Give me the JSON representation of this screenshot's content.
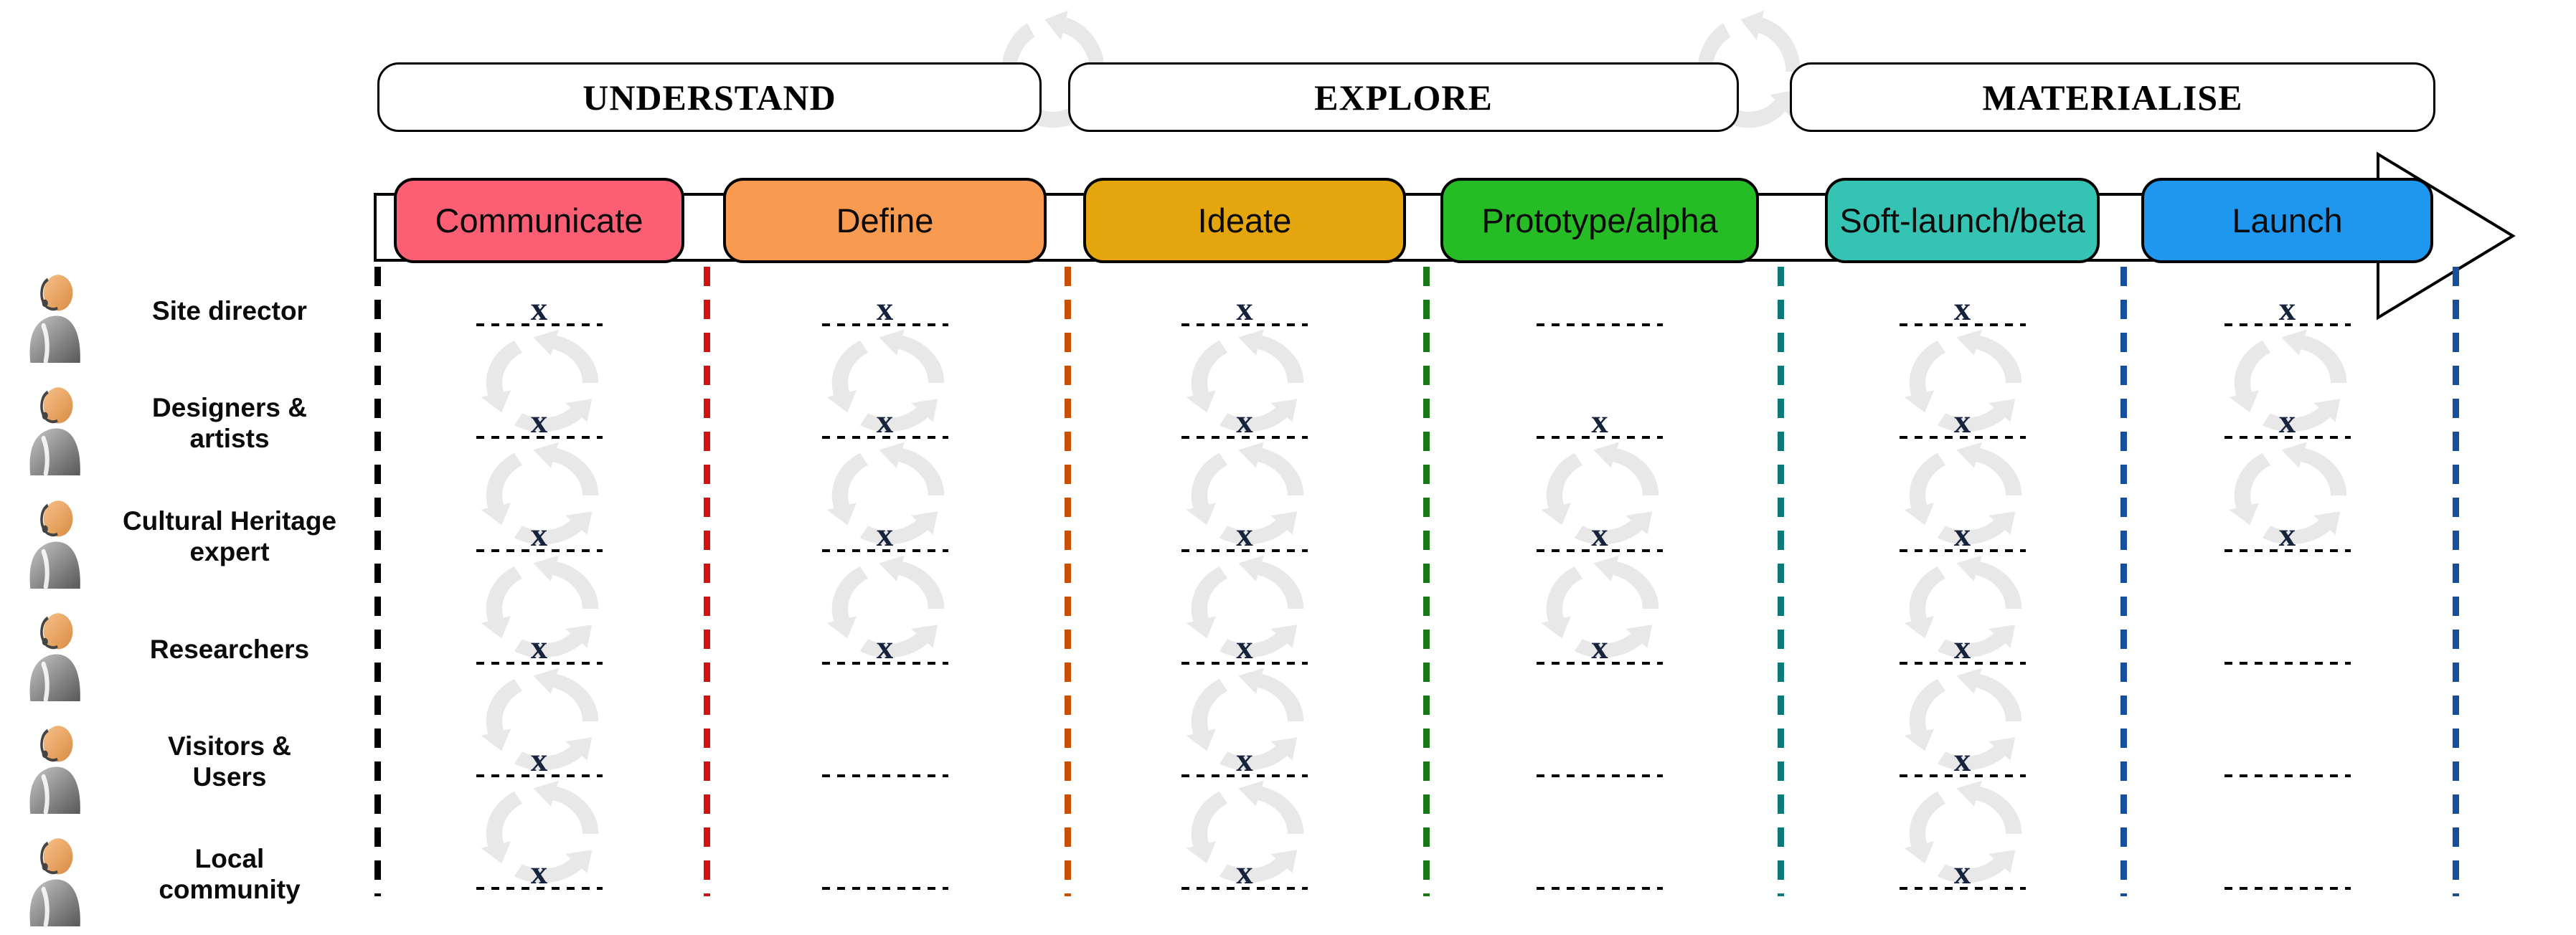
{
  "phases": [
    {
      "label": "UNDERSTAND"
    },
    {
      "label": "EXPLORE"
    },
    {
      "label": "MATERIALISE"
    }
  ],
  "stages": [
    {
      "label": "Communicate",
      "color": "#FC5F74"
    },
    {
      "label": "Define",
      "color": "#F89A4F"
    },
    {
      "label": "Ideate",
      "color": "#E4A50D"
    },
    {
      "label": "Prototype/alpha",
      "color": "#26BC26"
    },
    {
      "label": "Soft-launch/beta",
      "color": "#35C4B4"
    },
    {
      "label": "Launch",
      "color": "#1E97EF"
    }
  ],
  "actors": [
    {
      "lines": [
        "Site director"
      ]
    },
    {
      "lines": [
        "Designers &",
        "artists"
      ]
    },
    {
      "lines": [
        "Cultural Heritage",
        "expert"
      ]
    },
    {
      "lines": [
        "Researchers"
      ]
    },
    {
      "lines": [
        "Visitors &",
        "Users"
      ]
    },
    {
      "lines": [
        "Local",
        "community"
      ]
    }
  ],
  "separators": [
    {
      "color": "#000000"
    },
    {
      "color": "#D31212"
    },
    {
      "color": "#C85000"
    },
    {
      "color": "#187818"
    },
    {
      "color": "#0D7878"
    },
    {
      "color": "#174F9E"
    },
    {
      "color": "#174F9E"
    }
  ],
  "mark": {
    "symbol": "x",
    "color": "#16233d"
  },
  "matrix": {
    "columns": [
      "Communicate",
      "Define",
      "Ideate",
      "Prototype/alpha",
      "Soft-launch/beta",
      "Launch"
    ],
    "rows": [
      "Site director",
      "Designers & artists",
      "Cultural Heritage expert",
      "Researchers",
      "Visitors & Users",
      "Local community"
    ],
    "marks": [
      [
        1,
        1,
        1,
        0,
        1,
        1
      ],
      [
        1,
        1,
        1,
        1,
        1,
        1
      ],
      [
        1,
        1,
        1,
        1,
        1,
        1
      ],
      [
        1,
        1,
        1,
        1,
        1,
        0
      ],
      [
        1,
        0,
        1,
        0,
        1,
        0
      ],
      [
        1,
        0,
        1,
        0,
        1,
        0
      ]
    ],
    "cycles_by_column": [
      [
        1,
        1,
        1,
        1,
        1
      ],
      [
        1,
        1,
        1,
        0,
        0
      ],
      [
        1,
        1,
        1,
        1,
        1
      ],
      [
        0,
        1,
        1,
        0,
        0
      ],
      [
        1,
        1,
        1,
        1,
        1
      ],
      [
        1,
        1,
        0,
        0,
        0
      ]
    ]
  },
  "icons": {
    "cycle_icon_color": "#E8E8E8",
    "person_head_color": "#EFA868",
    "person_body_color": "#8A8A8A",
    "arrow_fill": "#FFFFFF",
    "arrow_stroke": "#000000"
  }
}
